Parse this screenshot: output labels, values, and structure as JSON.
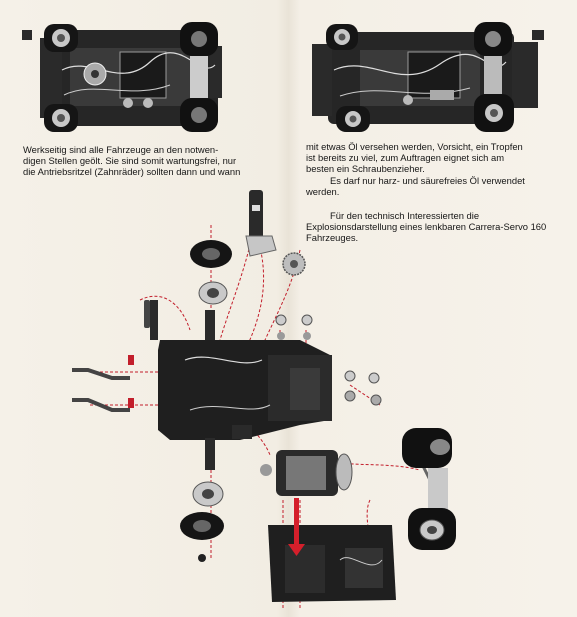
{
  "paragraph_left": {
    "lines": [
      "Werkseitig sind alle Fahrzeuge an den notwen-",
      "digen Stellen geölt. Sie sind somit wartungsfrei, nur",
      "die Antriebsritzel (Zahnräder) sollten dann und wann"
    ]
  },
  "paragraph_right": {
    "lines": [
      "mit etwas Öl versehen werden, Vorsicht, ein Tropfen",
      "ist bereits zu viel, zum Auftragen eignet sich am",
      "besten ein Schraubenzieher."
    ],
    "indent_lines": [
      "Es darf nur harz- und säurefreies Öl verwendet",
      "werden."
    ]
  },
  "caption": {
    "lines": [
      "Für den technisch Interessierten die",
      "Explosionsdarstellung eines lenkbaren Carrera-Servo 160",
      "Fahrzeuges."
    ]
  },
  "colors": {
    "paper": "#f3efe6",
    "chassis": "#1e1e1e",
    "tire": "#151515",
    "chrome": "#b9b9b9",
    "dashed_line": "#c21e2b",
    "arrow": "#d41f2b"
  },
  "illustrations": [
    "chassis-top-view-left",
    "chassis-top-view-right",
    "exploded-view-servo-160"
  ]
}
